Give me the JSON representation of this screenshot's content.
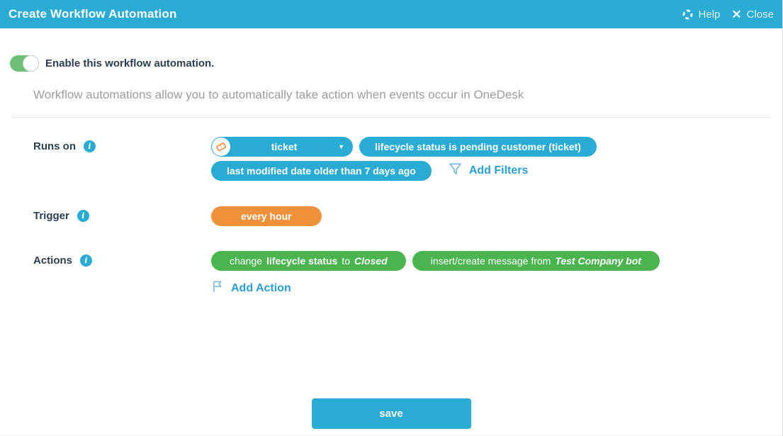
{
  "header": {
    "title": "Create Workflow Automation",
    "help_label": "Help",
    "close_label": "Close"
  },
  "icons": {
    "info": "i",
    "chevron_down": "▼",
    "close": "✕"
  },
  "enable": {
    "label": "Enable this workflow automation.",
    "state": "on"
  },
  "subtitle": "Workflow automations allow you to automatically take action when events occur in OneDesk",
  "runs_on": {
    "label": "Runs on",
    "item_type": "ticket",
    "filters": [
      "lifecycle status is pending customer (ticket)",
      "last modified date older than 7 days ago"
    ],
    "add_filters_label": "Add Filters"
  },
  "trigger": {
    "label": "Trigger",
    "value": "every hour"
  },
  "actions": {
    "label": "Actions",
    "items": [
      {
        "prefix": "change",
        "property": "lifecycle status",
        "connector": "to",
        "value": "Closed"
      },
      {
        "prefix": "insert/create message from",
        "value": "Test Company bot"
      }
    ],
    "add_action_label": "Add Action"
  },
  "footer": {
    "save_label": "save"
  },
  "colors": {
    "accent_blue": "#29abd4",
    "pill_orange": "#f0913c",
    "pill_green": "#4ab54e",
    "toggle_green": "#6cbf74",
    "link_blue": "#2a9fd4"
  }
}
